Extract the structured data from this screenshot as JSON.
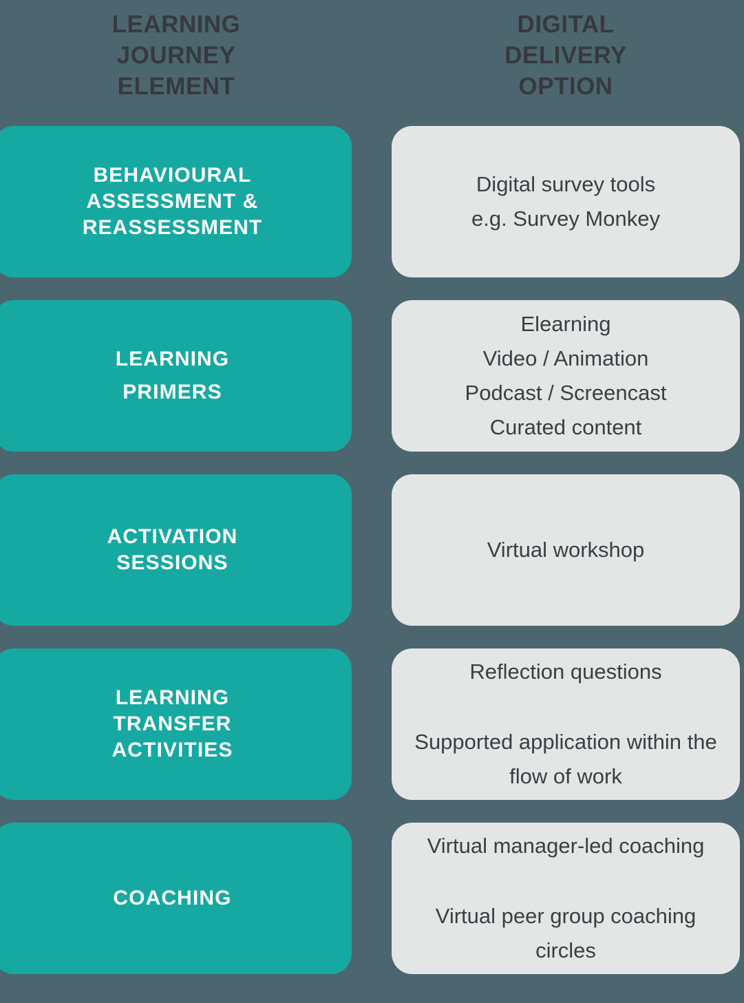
{
  "palette": {
    "background": "#4C6670",
    "element_card": "#15A9A2",
    "option_card": "#E4E6E6",
    "header_text": "#36393D",
    "element_text": "#FFFFFF",
    "option_text": "#3B3E43"
  },
  "headers": {
    "left": "LEARNING\nJOURNEY\nELEMENT",
    "right": "DIGITAL\nDELIVERY\nOPTION"
  },
  "rows": [
    {
      "element": "BEHAVIOURAL\nASSESSMENT &\nREASSESSMENT",
      "option": "Digital survey tools\ne.g. Survey Monkey"
    },
    {
      "element": "LEARNING\nPRIMERS",
      "option": "Elearning\nVideo / Animation\nPodcast / Screencast\nCurated content"
    },
    {
      "element": "ACTIVATION\nSESSIONS",
      "option": "Virtual workshop"
    },
    {
      "element": "LEARNING\nTRANSFER\nACTIVITIES",
      "option_paras": [
        "Reflection questions",
        "Supported application within the flow of work"
      ]
    },
    {
      "element": "COACHING",
      "option_paras": [
        "Virtual manager-led coaching",
        "Virtual peer group coaching circles"
      ]
    }
  ]
}
